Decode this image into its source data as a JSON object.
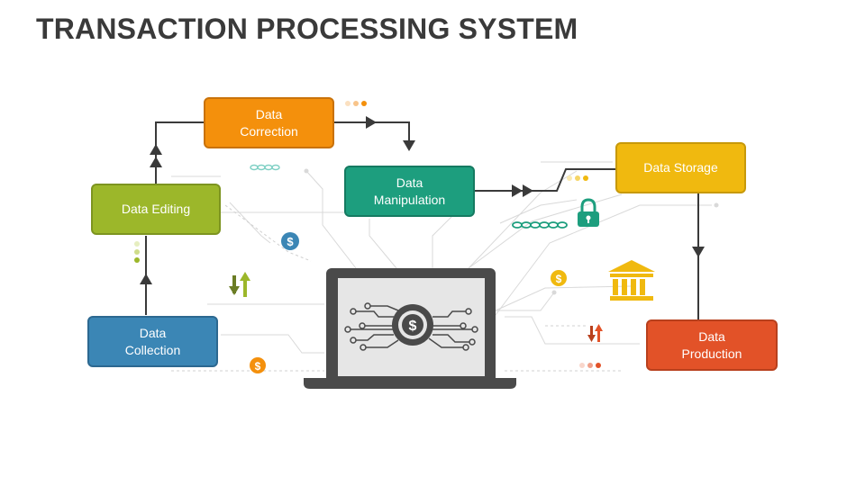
{
  "title": "TRANSACTION PROCESSING SYSTEM",
  "nodes": {
    "correction": "Data\nCorrection",
    "editing": "Data Editing",
    "manipulation": "Data\nManipulation",
    "storage": "Data Storage",
    "collection": "Data\nCollection",
    "production": "Data\nProduction"
  },
  "icons": [
    "dollar-icon",
    "padlock-icon",
    "bank-icon",
    "updown-arrows-icon",
    "circuit-chip-icon",
    "laptop-icon",
    "chain-link-icon",
    "dots-icon"
  ],
  "colors": {
    "correction": "#f4900c",
    "editing": "#9cb72a",
    "manipulation": "#1d9e7e",
    "storage": "#f0b90f",
    "collection": "#3b86b5",
    "production": "#e25228",
    "connector": "#3a3a3a"
  }
}
